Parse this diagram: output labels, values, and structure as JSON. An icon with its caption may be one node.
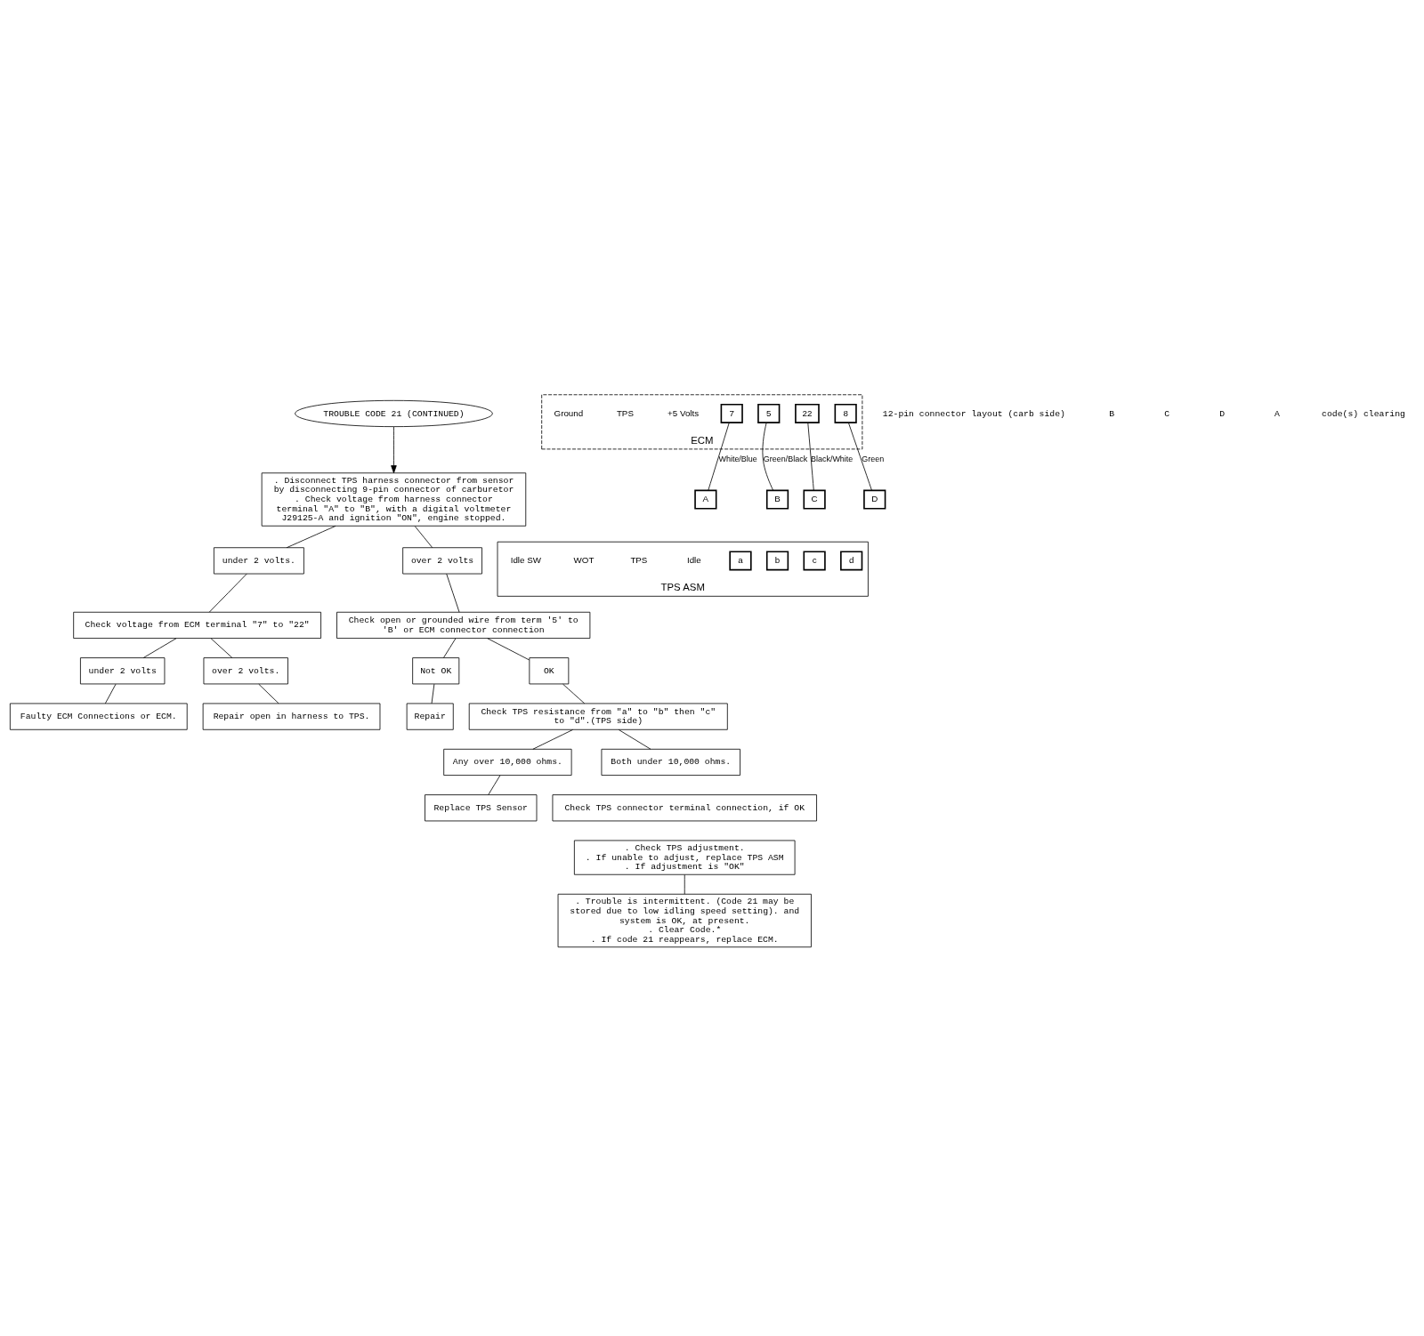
{
  "diagram": {
    "nodes": [
      {
        "text": [
          "TROUBLE CODE 21 (CONTINUED)"
        ]
      },
      {
        "text": [
          ". Disconnect TPS harness connector from sensor by disconnecting 9-pin connector of carburetor",
          ". Check voltage from harness connector terminal \"A\" to \"B\", with a digital voltmeter J29125-A and ignition \"ON\", engine stopped."
        ]
      },
      {
        "text": [
          "under 2 volts."
        ]
      },
      {
        "text": [
          "over 2 volts"
        ]
      },
      {
        "text": [
          "Check voltage from ECM terminal \"7\" to \"22\""
        ]
      },
      {
        "text": [
          "Check open or grounded wire from term '5' to 'B' or ECM connector connection"
        ]
      },
      {
        "text": [
          "under 2 volts"
        ]
      },
      {
        "text": [
          "over 2 volts."
        ]
      },
      {
        "text": [
          "Faulty ECM Connections or ECM."
        ]
      },
      {
        "text": [
          "Repair open in harness to TPS."
        ]
      },
      {
        "text": [
          "Not OK"
        ]
      },
      {
        "text": [
          "OK"
        ]
      },
      {
        "text": [
          "Repair"
        ]
      },
      {
        "text": [
          "Check TPS resistance from \"a\" to \"b\" then \"c\" to \"d\".(TPS side)"
        ]
      },
      {
        "text": [
          "Any over 10,000 ohms."
        ]
      },
      {
        "text": [
          "Both under 10,000 ohms."
        ]
      },
      {
        "text": [
          "Replace TPS Sensor"
        ]
      },
      {
        "text": [
          "Check TPS connector terminal connection, if OK"
        ]
      },
      {
        "text": [
          ". Check TPS adjustment.",
          ". If unable to adjust, replace TPS ASM",
          ". If adjustment is \"OK\""
        ]
      },
      {
        "text": [
          ". Trouble is intermittent. (Code 21 may be stored due to low idling speed setting). and system is OK, at present.",
          ". Clear Code.*",
          ". If code 21 reappears, replace ECM."
        ]
      },
      {
        "text": [
          "ECM"
        ]
      },
      {
        "text": [
          "7"
        ],
        "in": 20
      },
      {
        "text": [
          "5"
        ],
        "in": 20
      },
      {
        "text": [
          "22"
        ],
        "in": 20
      },
      {
        "text": [
          "8"
        ],
        "in": 20
      },
      {
        "text": [
          "A"
        ]
      },
      {
        "text": [
          "B"
        ]
      },
      {
        "text": [
          "C"
        ]
      },
      {
        "text": [
          "D"
        ]
      },
      {
        "text": [
          "TPS ASM"
        ]
      },
      {
        "text": [
          "a"
        ],
        "in": 29
      },
      {
        "text": [
          "b"
        ],
        "in": 29
      },
      {
        "text": [
          "c"
        ],
        "in": 29
      },
      {
        "text": [
          "d"
        ],
        "in": 29
      }
    ],
    "edges": [
      {
        "from": 0,
        "to": 1,
        "arrow": "to"
      },
      {
        "from": 1,
        "to": 2,
        "arrow": "none"
      },
      {
        "from": 1,
        "to": 3,
        "arrow": "none"
      },
      {
        "from": 2,
        "to": 4,
        "arrow": "none"
      },
      {
        "from": 3,
        "to": 5,
        "arrow": "none"
      },
      {
        "from": 4,
        "to": 6,
        "arrow": "none"
      },
      {
        "from": 4,
        "to": 7,
        "arrow": "none"
      },
      {
        "from": 6,
        "to": 8,
        "arrow": "none"
      },
      {
        "from": 7,
        "to": 9,
        "arrow": "none"
      },
      {
        "from": 5,
        "to": 10,
        "arrow": "none"
      },
      {
        "from": 5,
        "to": 11,
        "arrow": "none"
      },
      {
        "from": 10,
        "to": 12,
        "arrow": "none"
      },
      {
        "from": 11,
        "to": 13,
        "arrow": "none"
      },
      {
        "from": 13,
        "to": 14,
        "arrow": "none"
      },
      {
        "from": 13,
        "to": 15,
        "arrow": "none"
      },
      {
        "from": 14,
        "to": 16,
        "arrow": "none"
      },
      {
        "from": 18,
        "to": 19,
        "arrow": "none"
      },
      {
        "from": 21,
        "to": 25,
        "arrow": "none",
        "label": "White/Blue"
      },
      {
        "from": 22,
        "to": 26,
        "arrow": "none",
        "label": "Green/Black"
      },
      {
        "from": 23,
        "to": 27,
        "arrow": "none",
        "label": "Black/White"
      },
      {
        "from": 24,
        "to": 28,
        "arrow": "none",
        "label": "Green"
      }
    ],
    "labels": [
      "+5 Volts",
      "TPS",
      "Ground",
      "Idle",
      "TPS",
      "WOT",
      "Idle SW",
      "12-pin connector layout (carb side)",
      "B",
      "C",
      "D",
      "A",
      "code(s) clearing"
    ]
  }
}
